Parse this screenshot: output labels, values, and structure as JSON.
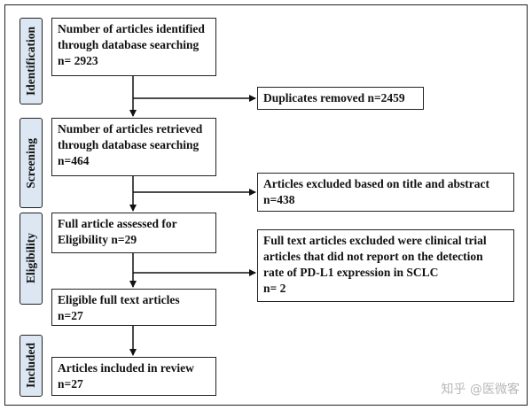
{
  "stages": {
    "identification": "Identification",
    "screening": "Screening",
    "eligibility": "Eligibility",
    "included": "Included"
  },
  "boxes": {
    "identified": [
      "Number of articles identified",
      "through database searching",
      "n= 2923"
    ],
    "duplicates": [
      "Duplicates removed  n=2459"
    ],
    "retrieved": [
      "Number of articles retrieved",
      "through database searching",
      "n=464"
    ],
    "excluded_title": [
      "Articles excluded based on title and abstract",
      "n=438"
    ],
    "assessed": [
      "Full article assessed for",
      "Eligibility  n=29"
    ],
    "excluded_full": [
      "Full text articles excluded  were clinical trial",
      "articles that did not report on the detection",
      "rate of PD-L1 expression in SCLC",
      "n= 2"
    ],
    "eligible": [
      "Eligible full text articles",
      "n=27"
    ],
    "included": [
      "Articles included in review",
      "n=27"
    ]
  },
  "watermark": "知乎 @医微客"
}
